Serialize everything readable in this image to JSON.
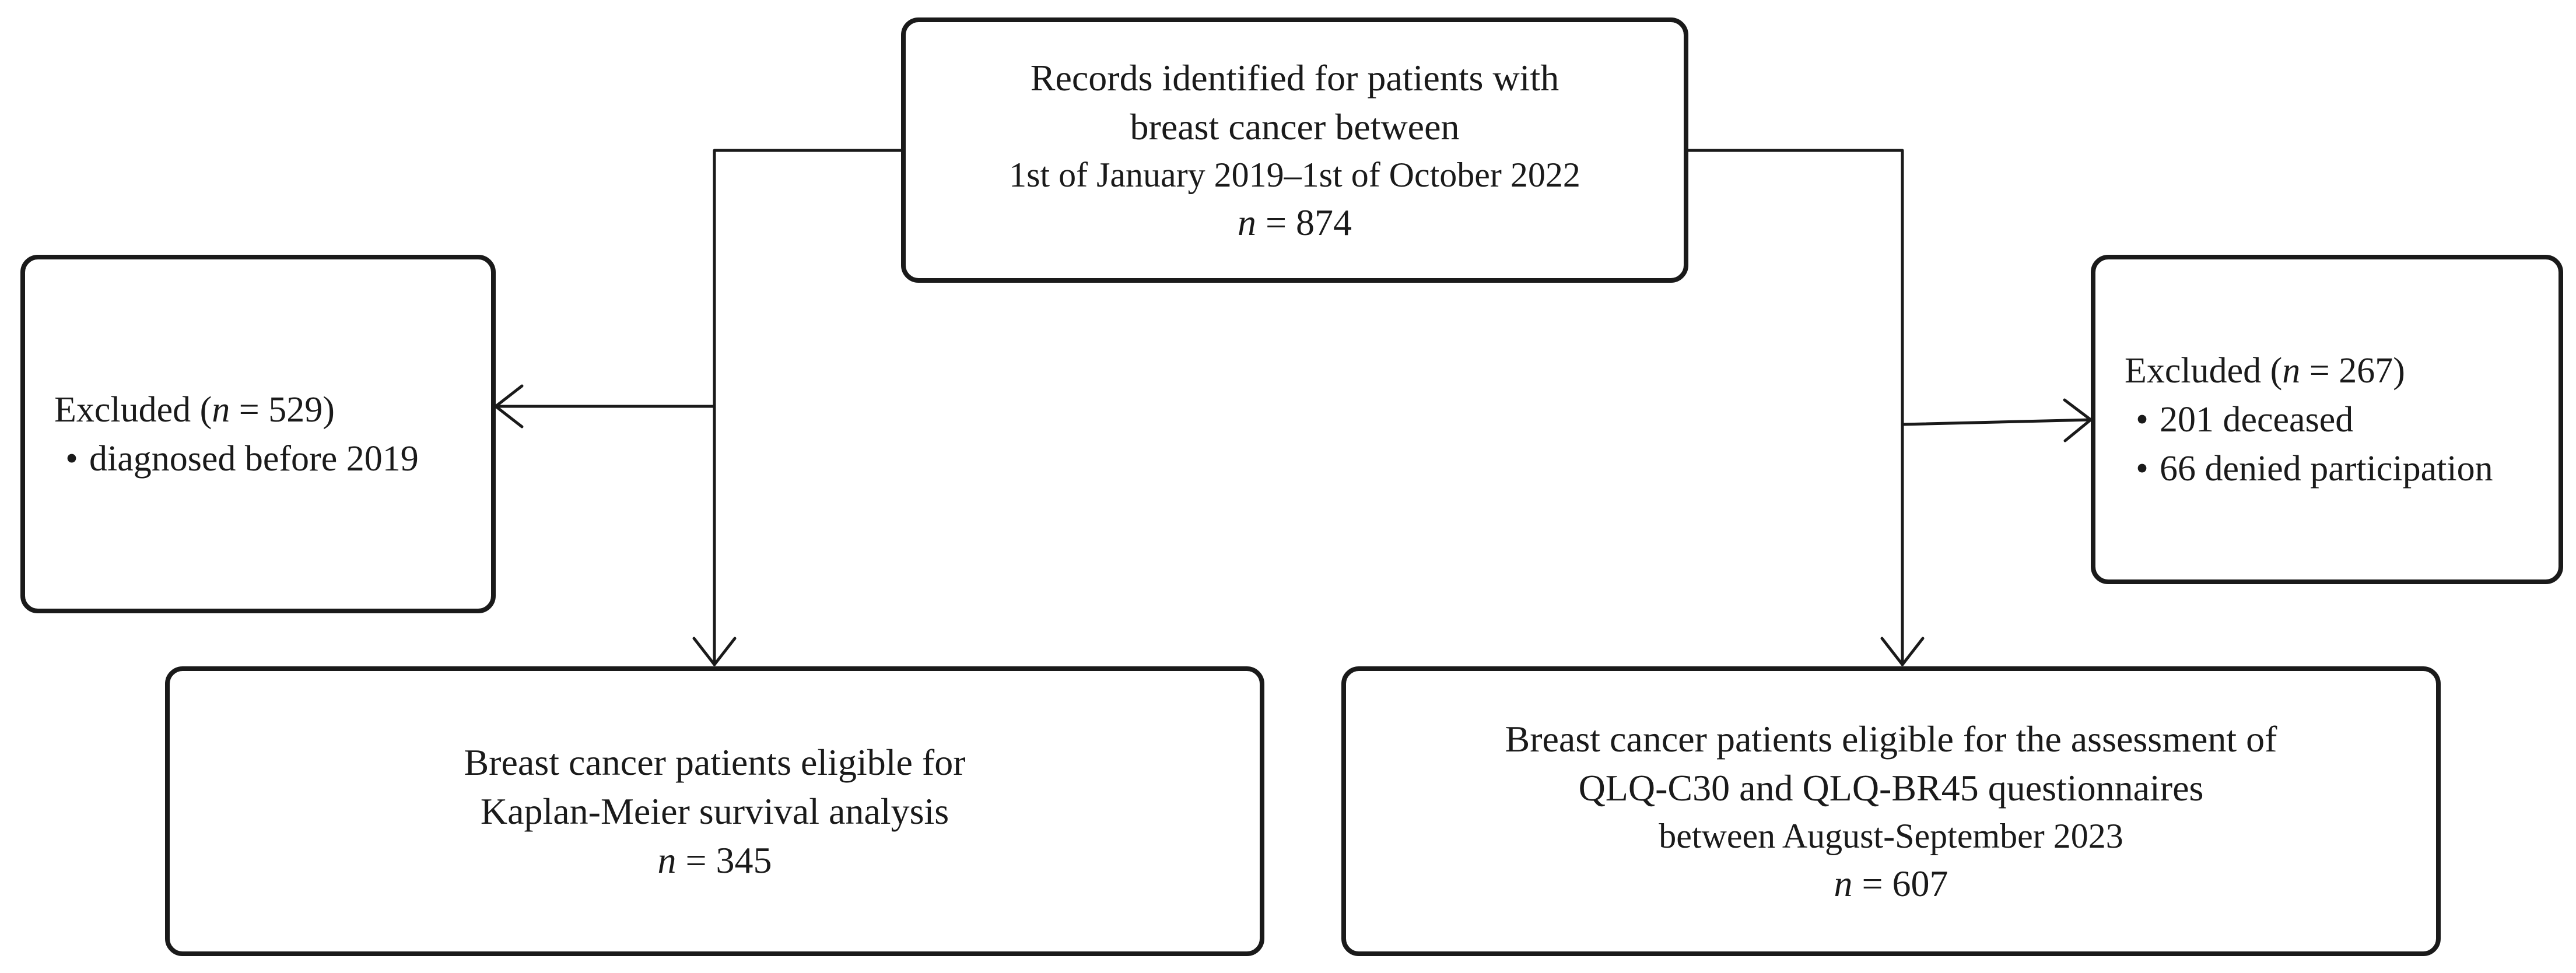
{
  "top_box": {
    "line1": "Records identified for patients with",
    "line2": "breast cancer between",
    "line3": "1st of January 2019–1st of October 2022",
    "n_label": "n",
    "n_value": "= 874"
  },
  "left_exclusion": {
    "heading_pre": "Excluded (",
    "n_label": "n",
    "heading_post": "= 529)",
    "bullets": [
      "diagnosed before 2019"
    ]
  },
  "right_exclusion": {
    "heading_pre": "Excluded (",
    "n_label": "n",
    "heading_post": "= 267)",
    "bullets": [
      "201 deceased",
      "66 denied participation"
    ]
  },
  "bottom_left_box": {
    "line1": "Breast cancer patients eligible for",
    "line2": "Kaplan-Meier survival analysis",
    "n_label": "n",
    "n_value": "= 345"
  },
  "bottom_right_box": {
    "line1": "Breast cancer patients eligible for the assessment of",
    "line2": "QLQ-C30 and QLQ-BR45 questionnaires",
    "line3": "between August-September 2023",
    "n_label": "n",
    "n_value": "= 607"
  },
  "bullet_glyph": "•"
}
